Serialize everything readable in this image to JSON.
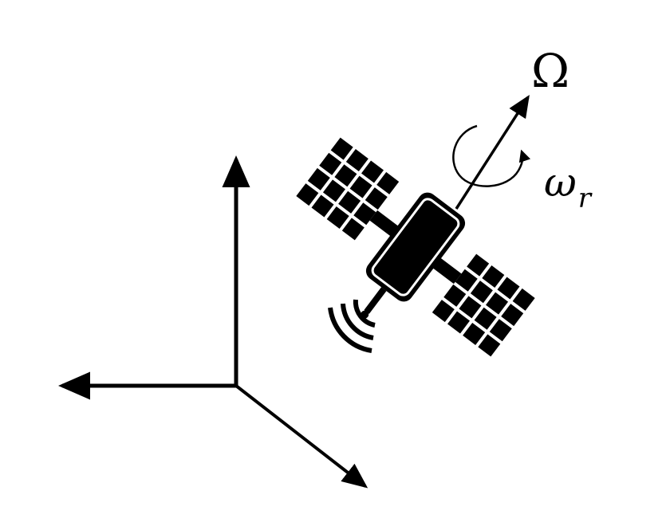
{
  "labels": {
    "angular_velocity": "Ω",
    "rotation_rate_symbol": "ω",
    "rotation_rate_subscript": "r"
  },
  "colors": {
    "ink": "#000000",
    "background": "#ffffff"
  },
  "icons": {
    "satellite": "satellite-icon",
    "signal": "signal-waves-icon",
    "rotation": "rotation-arrow-icon"
  }
}
